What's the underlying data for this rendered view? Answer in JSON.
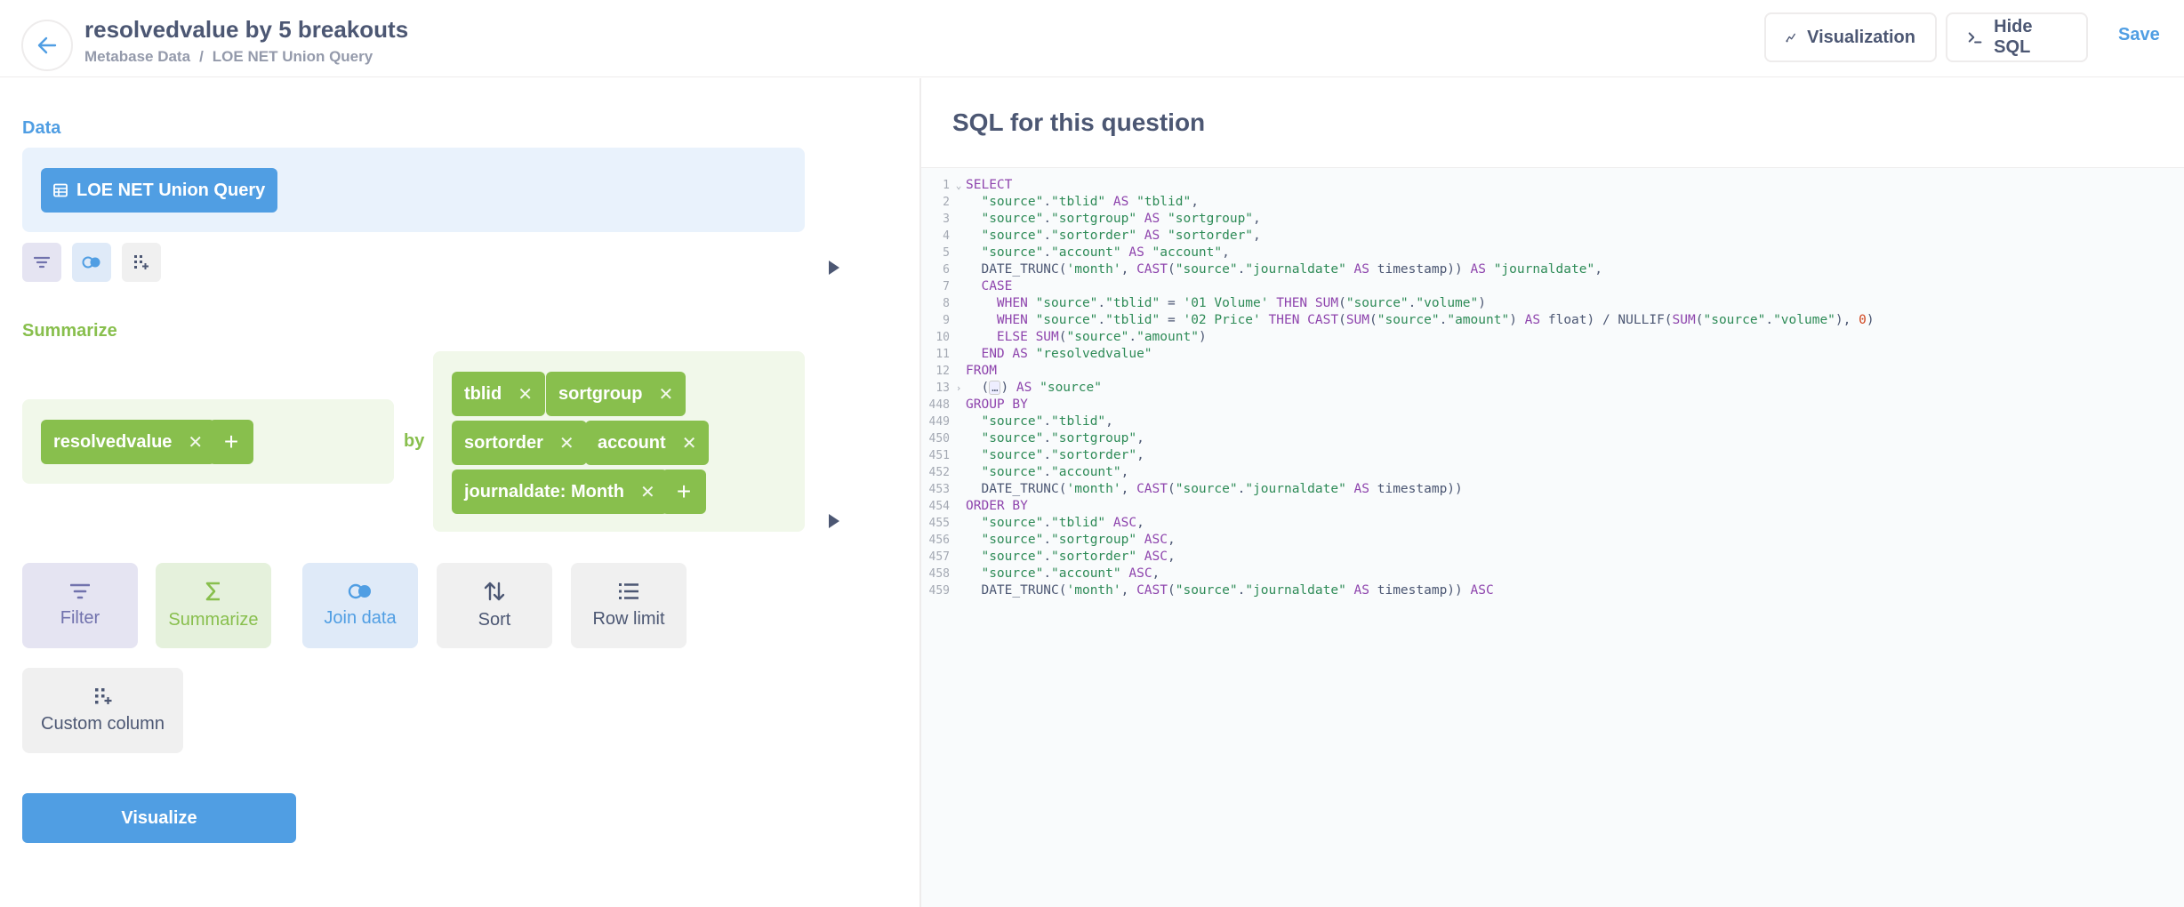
{
  "header": {
    "title": "resolvedvalue by 5 breakouts",
    "breadcrumb_root": "Metabase Data",
    "breadcrumb_sep": "/",
    "breadcrumb_leaf": "LOE NET Union Query",
    "visualization_label": "Visualization",
    "hide_sql_label": "Hide SQL",
    "save_label": "Save"
  },
  "editor": {
    "data_label": "Data",
    "table_name": "LOE NET Union Query",
    "summarize_label": "Summarize",
    "aggregation": "resolvedvalue",
    "by_label": "by",
    "breakouts": [
      "tblid",
      "sortgroup",
      "sortorder",
      "account",
      "journaldate: Month"
    ],
    "actions": {
      "filter": "Filter",
      "summarize": "Summarize",
      "join": "Join data",
      "sort": "Sort",
      "row_limit": "Row limit",
      "custom_column": "Custom column"
    },
    "visualize_label": "Visualize"
  },
  "sql": {
    "title": "SQL for this question",
    "lines": [
      {
        "n": "1",
        "fold": "v",
        "segs": [
          [
            "kw",
            "SELECT"
          ]
        ]
      },
      {
        "n": "2",
        "segs": [
          [
            "txt",
            "  "
          ],
          [
            "str",
            "\"source\""
          ],
          [
            "txt",
            "."
          ],
          [
            "str",
            "\"tblid\""
          ],
          [
            "kw",
            " AS "
          ],
          [
            "str",
            "\"tblid\""
          ],
          [
            "txt",
            ","
          ]
        ]
      },
      {
        "n": "3",
        "segs": [
          [
            "txt",
            "  "
          ],
          [
            "str",
            "\"source\""
          ],
          [
            "txt",
            "."
          ],
          [
            "str",
            "\"sortgroup\""
          ],
          [
            "kw",
            " AS "
          ],
          [
            "str",
            "\"sortgroup\""
          ],
          [
            "txt",
            ","
          ]
        ]
      },
      {
        "n": "4",
        "segs": [
          [
            "txt",
            "  "
          ],
          [
            "str",
            "\"source\""
          ],
          [
            "txt",
            "."
          ],
          [
            "str",
            "\"sortorder\""
          ],
          [
            "kw",
            " AS "
          ],
          [
            "str",
            "\"sortorder\""
          ],
          [
            "txt",
            ","
          ]
        ]
      },
      {
        "n": "5",
        "segs": [
          [
            "txt",
            "  "
          ],
          [
            "str",
            "\"source\""
          ],
          [
            "txt",
            "."
          ],
          [
            "str",
            "\"account\""
          ],
          [
            "kw",
            " AS "
          ],
          [
            "str",
            "\"account\""
          ],
          [
            "txt",
            ","
          ]
        ]
      },
      {
        "n": "6",
        "segs": [
          [
            "txt",
            "  DATE_TRUNC("
          ],
          [
            "str",
            "'month'"
          ],
          [
            "txt",
            ", "
          ],
          [
            "kw",
            "CAST"
          ],
          [
            "txt",
            "("
          ],
          [
            "str",
            "\"source\""
          ],
          [
            "txt",
            "."
          ],
          [
            "str",
            "\"journaldate\""
          ],
          [
            "kw",
            " AS "
          ],
          [
            "txt",
            "timestamp)) "
          ],
          [
            "kw",
            "AS "
          ],
          [
            "str",
            "\"journaldate\""
          ],
          [
            "txt",
            ","
          ]
        ]
      },
      {
        "n": "7",
        "segs": [
          [
            "kw",
            "  CASE"
          ]
        ]
      },
      {
        "n": "8",
        "segs": [
          [
            "kw",
            "    WHEN "
          ],
          [
            "str",
            "\"source\""
          ],
          [
            "txt",
            "."
          ],
          [
            "str",
            "\"tblid\""
          ],
          [
            "txt",
            " = "
          ],
          [
            "str",
            "'01 Volume'"
          ],
          [
            "kw",
            " THEN "
          ],
          [
            "kw",
            "SUM"
          ],
          [
            "txt",
            "("
          ],
          [
            "str",
            "\"source\""
          ],
          [
            "txt",
            "."
          ],
          [
            "str",
            "\"volume\""
          ],
          [
            "txt",
            ")"
          ]
        ]
      },
      {
        "n": "9",
        "segs": [
          [
            "kw",
            "    WHEN "
          ],
          [
            "str",
            "\"source\""
          ],
          [
            "txt",
            "."
          ],
          [
            "str",
            "\"tblid\""
          ],
          [
            "txt",
            " = "
          ],
          [
            "str",
            "'02 Price'"
          ],
          [
            "kw",
            " THEN "
          ],
          [
            "kw",
            "CAST"
          ],
          [
            "txt",
            "("
          ],
          [
            "kw",
            "SUM"
          ],
          [
            "txt",
            "("
          ],
          [
            "str",
            "\"source\""
          ],
          [
            "txt",
            "."
          ],
          [
            "str",
            "\"amount\""
          ],
          [
            "txt",
            ") "
          ],
          [
            "kw",
            "AS "
          ],
          [
            "txt",
            "float) / NULLIF("
          ],
          [
            "kw",
            "SUM"
          ],
          [
            "txt",
            "("
          ],
          [
            "str",
            "\"source\""
          ],
          [
            "txt",
            "."
          ],
          [
            "str",
            "\"volume\""
          ],
          [
            "txt",
            "), "
          ],
          [
            "num",
            "0"
          ],
          [
            "txt",
            ")"
          ]
        ]
      },
      {
        "n": "10",
        "segs": [
          [
            "kw",
            "    ELSE "
          ],
          [
            "kw",
            "SUM"
          ],
          [
            "txt",
            "("
          ],
          [
            "str",
            "\"source\""
          ],
          [
            "txt",
            "."
          ],
          [
            "str",
            "\"amount\""
          ],
          [
            "txt",
            ")"
          ]
        ]
      },
      {
        "n": "11",
        "segs": [
          [
            "kw",
            "  END AS "
          ],
          [
            "str",
            "\"resolvedvalue\""
          ]
        ]
      },
      {
        "n": "12",
        "segs": [
          [
            "kw",
            "FROM"
          ]
        ]
      },
      {
        "n": "13",
        "fold": ">",
        "segs": [
          [
            "txt",
            "  ("
          ],
          [
            "dots",
            "…"
          ],
          [
            "txt",
            ") "
          ],
          [
            "kw",
            "AS "
          ],
          [
            "str",
            "\"source\""
          ]
        ]
      },
      {
        "n": "448",
        "segs": [
          [
            "kw",
            "GROUP BY"
          ]
        ]
      },
      {
        "n": "449",
        "segs": [
          [
            "txt",
            "  "
          ],
          [
            "str",
            "\"source\""
          ],
          [
            "txt",
            "."
          ],
          [
            "str",
            "\"tblid\""
          ],
          [
            "txt",
            ","
          ]
        ]
      },
      {
        "n": "450",
        "segs": [
          [
            "txt",
            "  "
          ],
          [
            "str",
            "\"source\""
          ],
          [
            "txt",
            "."
          ],
          [
            "str",
            "\"sortgroup\""
          ],
          [
            "txt",
            ","
          ]
        ]
      },
      {
        "n": "451",
        "segs": [
          [
            "txt",
            "  "
          ],
          [
            "str",
            "\"source\""
          ],
          [
            "txt",
            "."
          ],
          [
            "str",
            "\"sortorder\""
          ],
          [
            "txt",
            ","
          ]
        ]
      },
      {
        "n": "452",
        "segs": [
          [
            "txt",
            "  "
          ],
          [
            "str",
            "\"source\""
          ],
          [
            "txt",
            "."
          ],
          [
            "str",
            "\"account\""
          ],
          [
            "txt",
            ","
          ]
        ]
      },
      {
        "n": "453",
        "segs": [
          [
            "txt",
            "  DATE_TRUNC("
          ],
          [
            "str",
            "'month'"
          ],
          [
            "txt",
            ", "
          ],
          [
            "kw",
            "CAST"
          ],
          [
            "txt",
            "("
          ],
          [
            "str",
            "\"source\""
          ],
          [
            "txt",
            "."
          ],
          [
            "str",
            "\"journaldate\""
          ],
          [
            "kw",
            " AS "
          ],
          [
            "txt",
            "timestamp))"
          ]
        ]
      },
      {
        "n": "454",
        "segs": [
          [
            "kw",
            "ORDER BY"
          ]
        ]
      },
      {
        "n": "455",
        "segs": [
          [
            "txt",
            "  "
          ],
          [
            "str",
            "\"source\""
          ],
          [
            "txt",
            "."
          ],
          [
            "str",
            "\"tblid\""
          ],
          [
            "kw",
            " ASC"
          ],
          [
            "txt",
            ","
          ]
        ]
      },
      {
        "n": "456",
        "segs": [
          [
            "txt",
            "  "
          ],
          [
            "str",
            "\"source\""
          ],
          [
            "txt",
            "."
          ],
          [
            "str",
            "\"sortgroup\""
          ],
          [
            "kw",
            " ASC"
          ],
          [
            "txt",
            ","
          ]
        ]
      },
      {
        "n": "457",
        "segs": [
          [
            "txt",
            "  "
          ],
          [
            "str",
            "\"source\""
          ],
          [
            "txt",
            "."
          ],
          [
            "str",
            "\"sortorder\""
          ],
          [
            "kw",
            " ASC"
          ],
          [
            "txt",
            ","
          ]
        ]
      },
      {
        "n": "458",
        "segs": [
          [
            "txt",
            "  "
          ],
          [
            "str",
            "\"source\""
          ],
          [
            "txt",
            "."
          ],
          [
            "str",
            "\"account\""
          ],
          [
            "kw",
            " ASC"
          ],
          [
            "txt",
            ","
          ]
        ]
      },
      {
        "n": "459",
        "segs": [
          [
            "txt",
            "  DATE_TRUNC("
          ],
          [
            "str",
            "'month'"
          ],
          [
            "txt",
            ", "
          ],
          [
            "kw",
            "CAST"
          ],
          [
            "txt",
            "("
          ],
          [
            "str",
            "\"source\""
          ],
          [
            "txt",
            "."
          ],
          [
            "str",
            "\"journaldate\""
          ],
          [
            "kw",
            " AS "
          ],
          [
            "txt",
            "timestamp)) "
          ],
          [
            "kw",
            "ASC"
          ]
        ]
      }
    ]
  },
  "colors": {
    "brand": "#509ee3",
    "summarize": "#88bf4d",
    "filter": "#7172ad",
    "text": "#4c5773"
  }
}
